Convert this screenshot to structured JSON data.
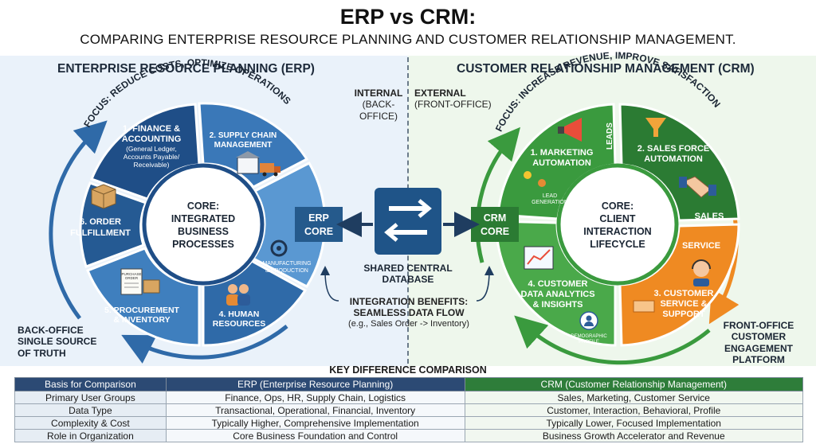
{
  "header": {
    "title": "ERP vs CRM:",
    "subtitle": "COMPARING ENTERPRISE RESOURCE PLANNING AND CUSTOMER RELATIONSHIP MANAGEMENT."
  },
  "erp": {
    "title": "ENTERPRISE RESOURCE PLANNING (ERP)",
    "focus": "FOCUS: REDUCE COSTS, OPTIMIZE OPERATIONS",
    "core_line1": "CORE:",
    "core_line2": "INTEGRATED",
    "core_line3": "BUSINESS",
    "core_line4": "PROCESSES",
    "segments": {
      "finance_title1": "1. FINANCE &",
      "finance_title2": "ACCOUNTING",
      "finance_sub1": "(General Ledger,",
      "finance_sub2": "Accounts Payable/",
      "finance_sub3": "Receivable)",
      "supply1": "2. SUPPLY CHAIN",
      "supply2": "MANAGEMENT",
      "manufacturing1": "MANUFACTURING",
      "manufacturing2": "& PRODUCTION",
      "hr1": "4. HUMAN",
      "hr2": "RESOURCES",
      "procurement1": "5. PROCUREMENT",
      "procurement2": "& INVENTORY",
      "purchase_order1": "PURCHASE",
      "purchase_order2": "ORDER",
      "order1": "6. ORDER",
      "order2": "FULFILLMENT"
    },
    "bottom_label1": "BACK-OFFICE",
    "bottom_label2": "SINGLE SOURCE",
    "bottom_label3": "OF TRUTH",
    "internal1": "INTERNAL",
    "internal2": "(BACK-OFFICE)",
    "core_box1": "ERP",
    "core_box2": "CORE"
  },
  "crm": {
    "title": "CUSTOMER RELATIONSHIP MANAGEMENT (CRM)",
    "focus": "FOCUS: INCREASE REVENUE, IMPROVE SATISFACTION",
    "core_line1": "CORE:",
    "core_line2": "CLIENT",
    "core_line3": "INTERACTION",
    "core_line4": "LIFECYCLE",
    "segments": {
      "marketing1": "1. MARKETING",
      "marketing2": "AUTOMATION",
      "leads_vertical": "LEADS",
      "lead_gen1": "LEAD",
      "lead_gen2": "GENERATION",
      "sfa1": "2. SALES FORCE",
      "sfa2": "AUTOMATION",
      "sales": "SALES",
      "service": "SERVICE",
      "cs1": "3. CUSTOMER",
      "cs2": "SERVICE &",
      "cs3": "SUPPORT",
      "analytics1": "4. CUSTOMER",
      "analytics2": "DATA ANALYTICS",
      "analytics3": "& INSIGHTS",
      "demo1": "DEMOGRAPHIC",
      "demo2": "PROFILE"
    },
    "bottom_label1": "FRONT-OFFICE",
    "bottom_label2": "CUSTOMER",
    "bottom_label3": "ENGAGEMENT",
    "bottom_label4": "PLATFORM",
    "external1": "EXTERNAL",
    "external2": "(FRONT-OFFICE)",
    "core_box1": "CRM",
    "core_box2": "CORE"
  },
  "center": {
    "db1": "SHARED CENTRAL",
    "db2": "DATABASE",
    "benefits1": "INTEGRATION BENEFITS:",
    "benefits2": "SEAMLESS DATA FLOW",
    "benefits3": "(e.g., Sales Order -> Inventory)"
  },
  "table": {
    "title": "KEY DIFFERENCE COMPARISON",
    "headers": [
      "Basis for Comparison",
      "ERP (Enterprise Resource Planning)",
      "CRM (Customer Relationship Management)"
    ],
    "rows": [
      [
        "Primary User Groups",
        "Finance, Ops, HR, Supply Chain, Logistics",
        "Sales, Marketing, Customer Service"
      ],
      [
        "Data Type",
        "Transactional, Operational, Financial, Inventory",
        "Customer, Interaction, Behavioral, Profile"
      ],
      [
        "Complexity & Cost",
        "Typically Higher, Comprehensive Implementation",
        "Typically Lower, Focused Implementation"
      ],
      [
        "Role in Organization",
        "Core Business Foundation and Control",
        "Business Growth Accelerator and Revenue"
      ]
    ]
  },
  "colors": {
    "erp_dark": "#1f4e87",
    "erp_mid": "#2f6aa8",
    "erp_light": "#4a89c8",
    "crm_green": "#3a9a3e",
    "crm_dark_green": "#2b7b33",
    "crm_orange": "#ef8a22",
    "core_box": "#255a8c",
    "db_box": "#1f5488"
  }
}
